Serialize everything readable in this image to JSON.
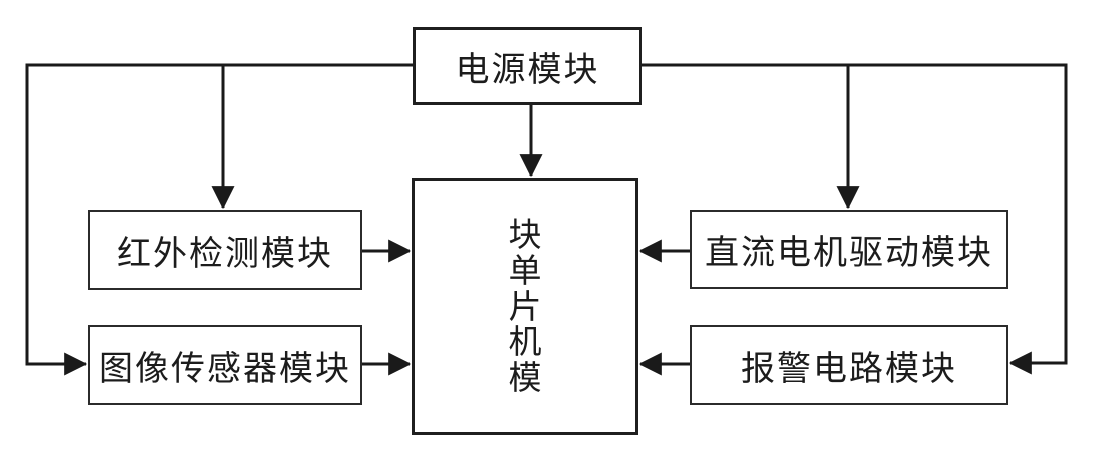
{
  "diagram": {
    "title": "single-chip-microcomputer system block diagram",
    "colors": {
      "background": "#ffffff",
      "line": "#1a1a1a",
      "box_border": "#1f1f1f",
      "box_bg": "#ffffff",
      "text": "#1c1c1c"
    },
    "nodes": {
      "power": {
        "label": "电源模块"
      },
      "mcu": {
        "label": "块单片机模",
        "text_orientation": "vertical"
      },
      "infrared": {
        "label": "红外检测模块"
      },
      "image_sensor": {
        "label": "图像传感器模块"
      },
      "dc_motor": {
        "label": "直流电机驱动模块"
      },
      "alarm": {
        "label": "报警电路模块"
      }
    },
    "edges": [
      {
        "from": "power",
        "to": "mcu",
        "style": "arrow-down-into-top"
      },
      {
        "from": "power",
        "to": "infrared",
        "style": "arrow-down-into-top"
      },
      {
        "from": "power",
        "to": "dc_motor",
        "style": "arrow-down-into-top"
      },
      {
        "from": "power",
        "to": "image_sensor",
        "style": "around-left-edge-arrow-into-left-side"
      },
      {
        "from": "power",
        "to": "alarm",
        "style": "around-right-edge-arrow-into-right-side"
      },
      {
        "from": "infrared",
        "to": "mcu",
        "style": "arrow-right-into-left-side"
      },
      {
        "from": "image_sensor",
        "to": "mcu",
        "style": "arrow-right-into-left-side"
      },
      {
        "from": "dc_motor",
        "to": "mcu",
        "style": "arrow-left-into-right-side"
      },
      {
        "from": "alarm",
        "to": "mcu",
        "style": "arrow-left-into-right-side"
      }
    ]
  }
}
